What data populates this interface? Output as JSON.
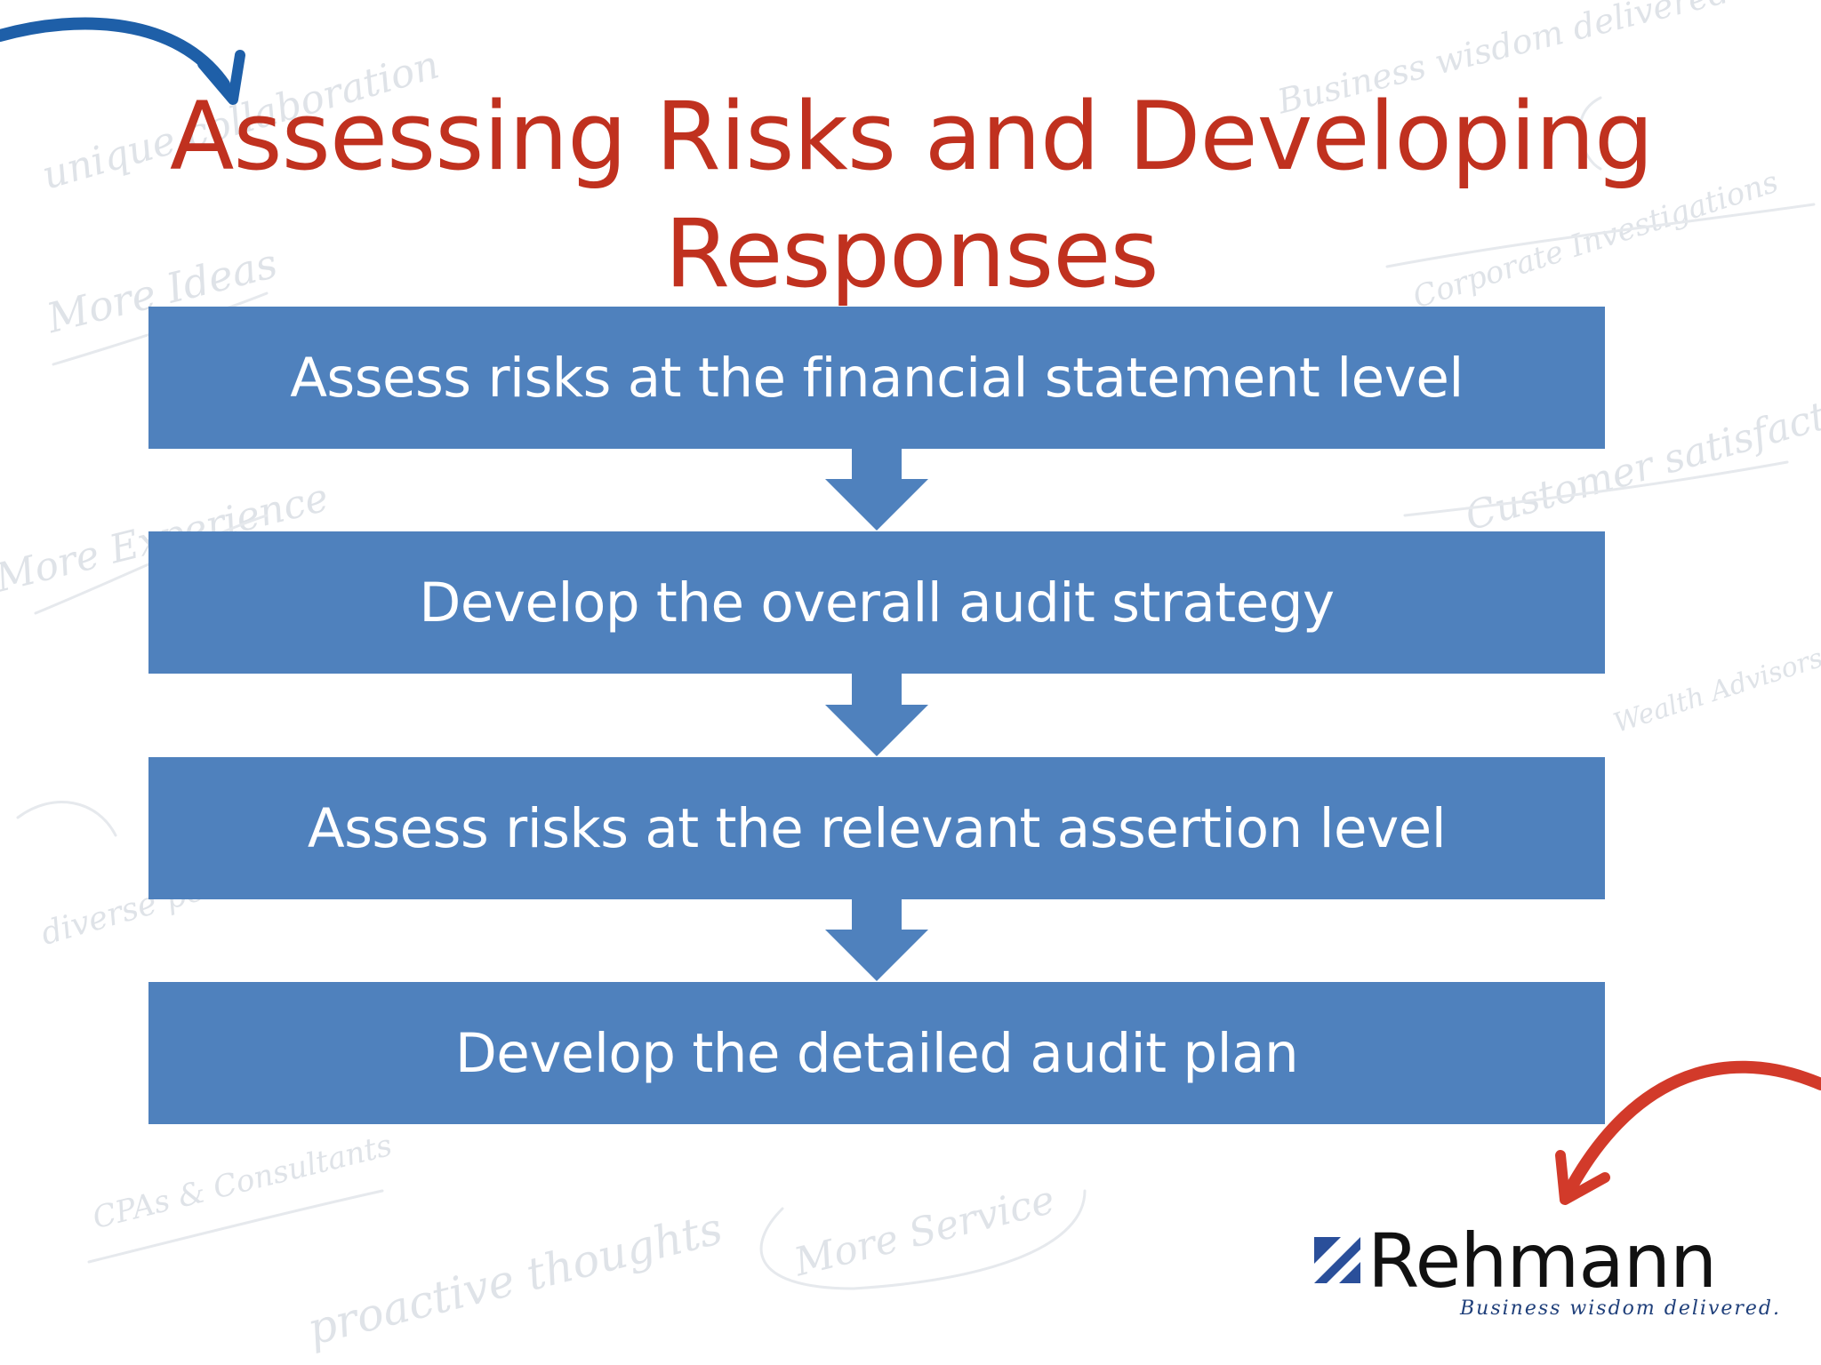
{
  "title": "Assessing Risks and Developing Responses",
  "steps": [
    "Assess risks at the financial statement level",
    "Develop the overall audit strategy",
    "Assess risks at the relevant assertion level",
    "Develop the detailed audit plan"
  ],
  "background_words": [
    "unique collaboration",
    "Business wisdom delivered",
    "More Ideas",
    "Corporate Investigations",
    "More Experience",
    "Customer satisfaction",
    "Wealth Advisors",
    "diverse perspectives",
    "CPAs & Consultants",
    "proactive thoughts",
    "More Service"
  ],
  "logo": {
    "name": "Rehmann",
    "tagline": "Business wisdom delivered."
  },
  "colors": {
    "title": "#c0311f",
    "step_fill": "#4f81bd",
    "step_text": "#ffffff",
    "blue_swash": "#1e5fa8",
    "red_swash": "#d23a2a"
  }
}
